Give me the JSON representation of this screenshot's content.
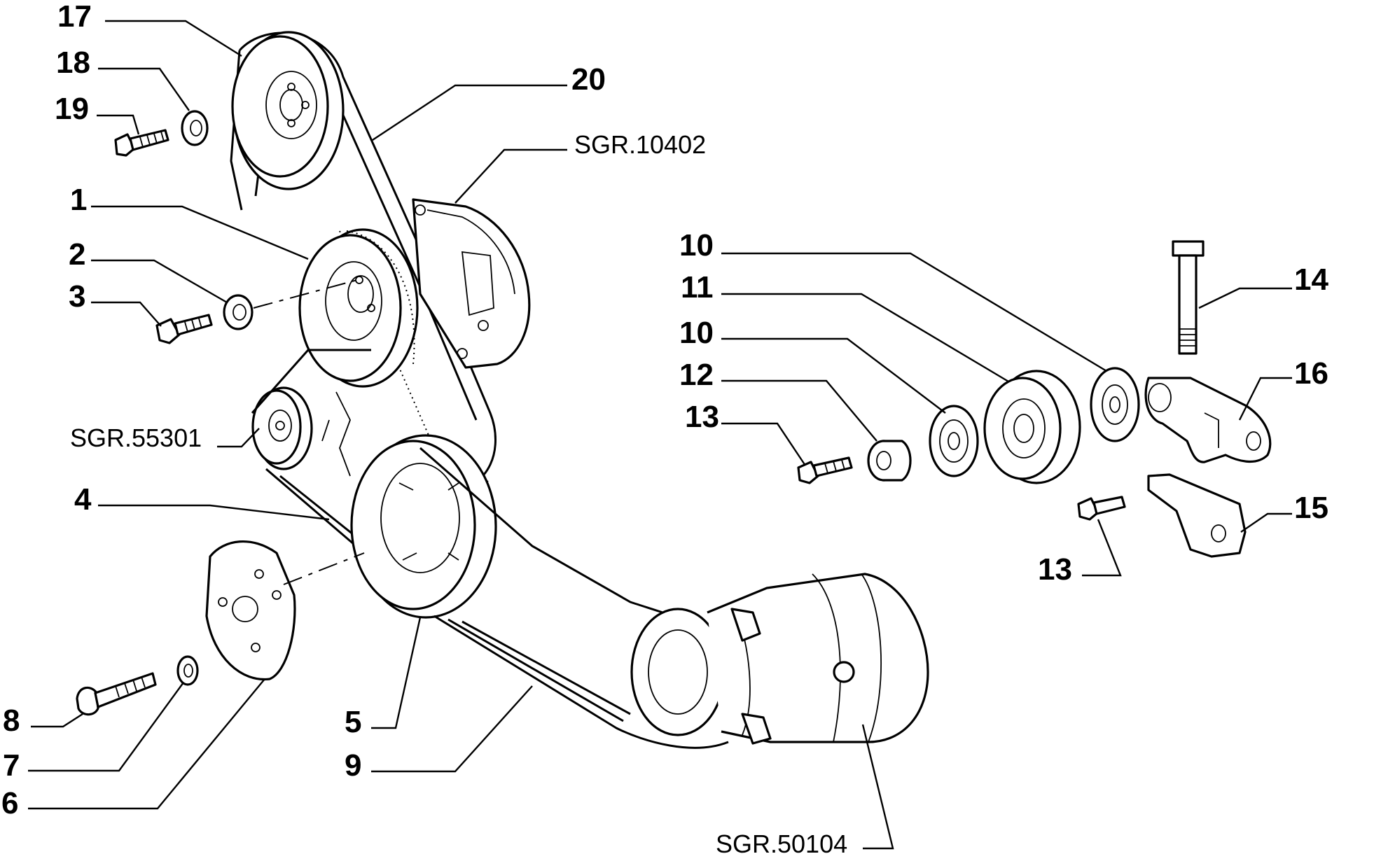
{
  "callouts": [
    {
      "id": "17",
      "text": "17"
    },
    {
      "id": "18",
      "text": "18"
    },
    {
      "id": "19",
      "text": "19"
    },
    {
      "id": "20",
      "text": "20"
    },
    {
      "id": "sgr10402",
      "text": "SGR.10402"
    },
    {
      "id": "1",
      "text": "1"
    },
    {
      "id": "2",
      "text": "2"
    },
    {
      "id": "3",
      "text": "3"
    },
    {
      "id": "sgr55301",
      "text": "SGR.55301"
    },
    {
      "id": "4",
      "text": "4"
    },
    {
      "id": "8",
      "text": "8"
    },
    {
      "id": "7",
      "text": "7"
    },
    {
      "id": "6",
      "text": "6"
    },
    {
      "id": "5",
      "text": "5"
    },
    {
      "id": "9",
      "text": "9"
    },
    {
      "id": "sgr50104",
      "text": "SGR.50104"
    },
    {
      "id": "10a",
      "text": "10"
    },
    {
      "id": "11",
      "text": "11"
    },
    {
      "id": "10b",
      "text": "10"
    },
    {
      "id": "12",
      "text": "12"
    },
    {
      "id": "13a",
      "text": "13"
    },
    {
      "id": "14",
      "text": "14"
    },
    {
      "id": "16",
      "text": "16"
    },
    {
      "id": "15",
      "text": "15"
    },
    {
      "id": "13b",
      "text": "13"
    }
  ]
}
